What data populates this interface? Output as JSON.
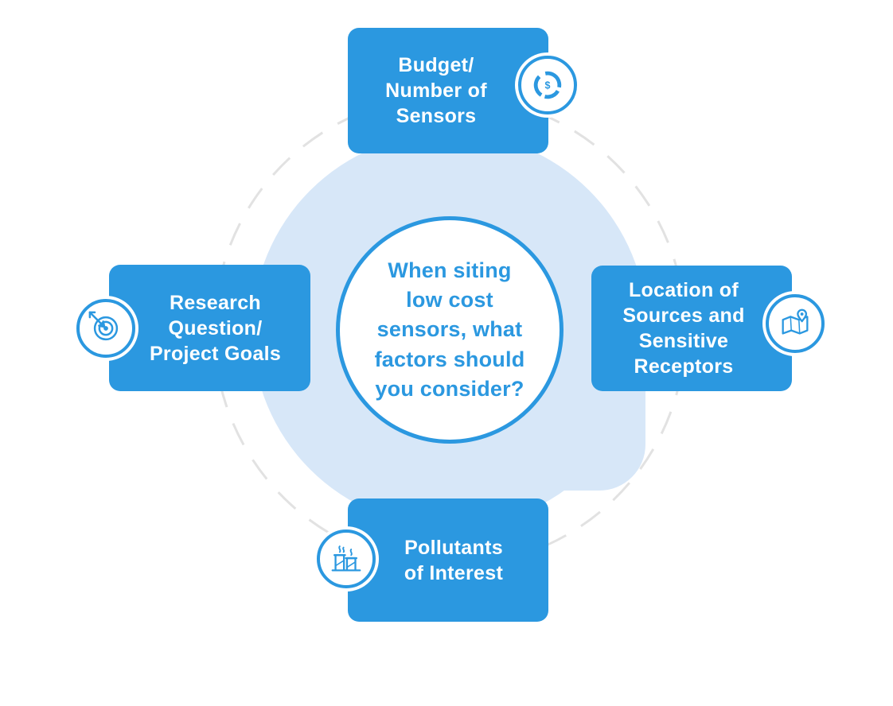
{
  "diagram": {
    "center_question": "When siting\nlow cost\nsensors, what\nfactors should\nyou consider?",
    "nodes": {
      "top": {
        "label": "Budget/\nNumber of\nSensors",
        "icon": "donut-chart-dollar-icon"
      },
      "right": {
        "label": "Location of\nSources and\nSensitive\nReceptors",
        "icon": "map-location-icon"
      },
      "bottom": {
        "label": "Pollutants\nof Interest",
        "icon": "factory-smoke-icon"
      },
      "left": {
        "label": "Research\nQuestion/\nProject Goals",
        "icon": "target-arrow-icon"
      }
    },
    "colors": {
      "primary": "#2B98E0",
      "light_circle": "#D7E7F8",
      "dashed_ring": "#E2E2E2",
      "text_on_primary": "#FFFFFF"
    }
  }
}
